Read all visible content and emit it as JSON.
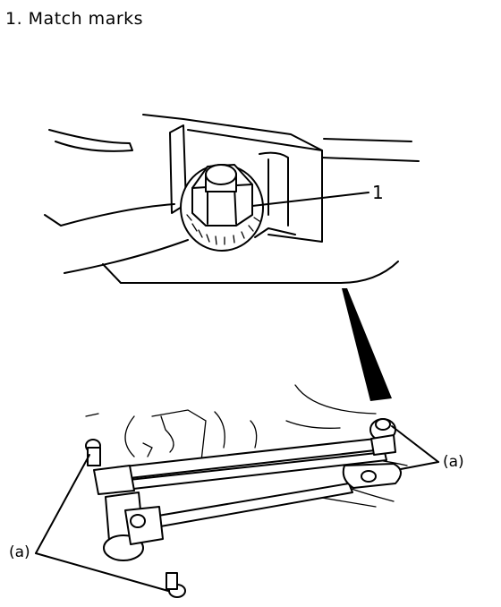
{
  "caption": "1. Match marks",
  "callouts": {
    "part_number": "1",
    "left_label": "(a)",
    "right_label": "(a)"
  },
  "colors": {
    "ink": "#000000",
    "paper": "#ffffff"
  }
}
